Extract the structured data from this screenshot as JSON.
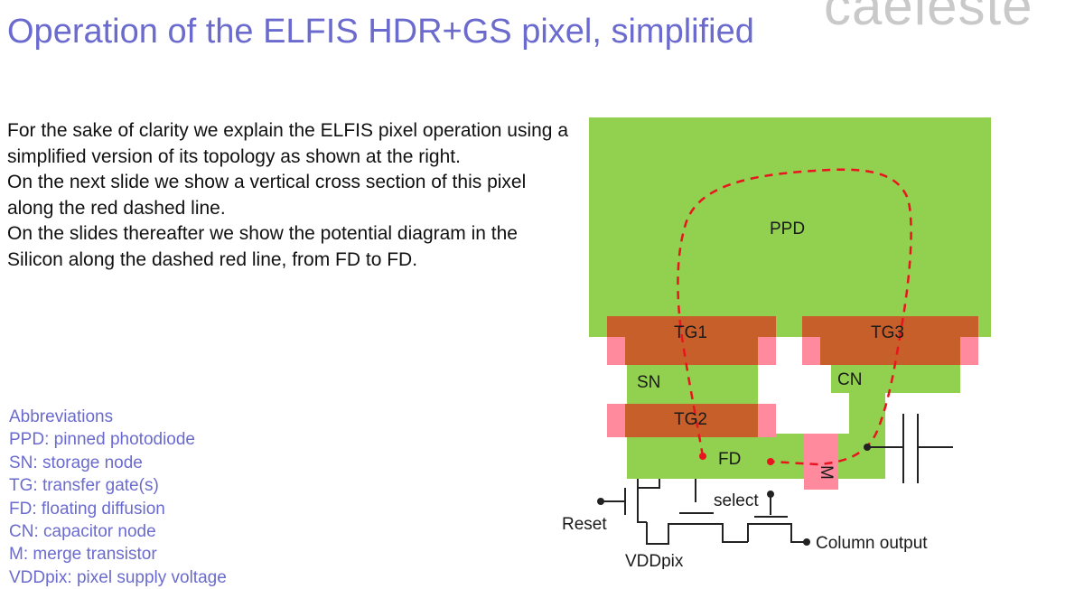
{
  "title": "Operation of the ELFIS HDR+GS pixel, simplified",
  "logo_text": "caeleste",
  "intro_paragraphs": [
    "For the sake of clarity we explain the ELFIS pixel operation using a simplified version of its topology as shown at the right.",
    "On the next slide we show a vertical cross section of this pixel along the red dashed line.",
    "On the slides thereafter we show the potential diagram in the Silicon along the dashed red line, from FD to FD."
  ],
  "abbreviations": {
    "heading": "Abbreviations",
    "items": [
      "PPD: pinned photodiode",
      "SN: storage node",
      "TG: transfer gate(s)",
      "FD: floating diffusion",
      "CN: capacitor node",
      "M: merge transistor",
      "VDDpix: pixel supply voltage"
    ]
  },
  "diagram": {
    "labels": {
      "ppd": "PPD",
      "tg1": "TG1",
      "tg2": "TG2",
      "tg3": "TG3",
      "sn": "SN",
      "cn": "CN",
      "fd": "FD",
      "m": "M",
      "reset": "Reset",
      "select": "select",
      "vddpix": "VDDpix",
      "column_output": "Column output"
    },
    "colors": {
      "diffusion": "#92d050",
      "gate": "#c65f2a",
      "gate_overlap": "#ff8a9e",
      "path": "#e8141e",
      "text": "#1a1a1a"
    }
  }
}
